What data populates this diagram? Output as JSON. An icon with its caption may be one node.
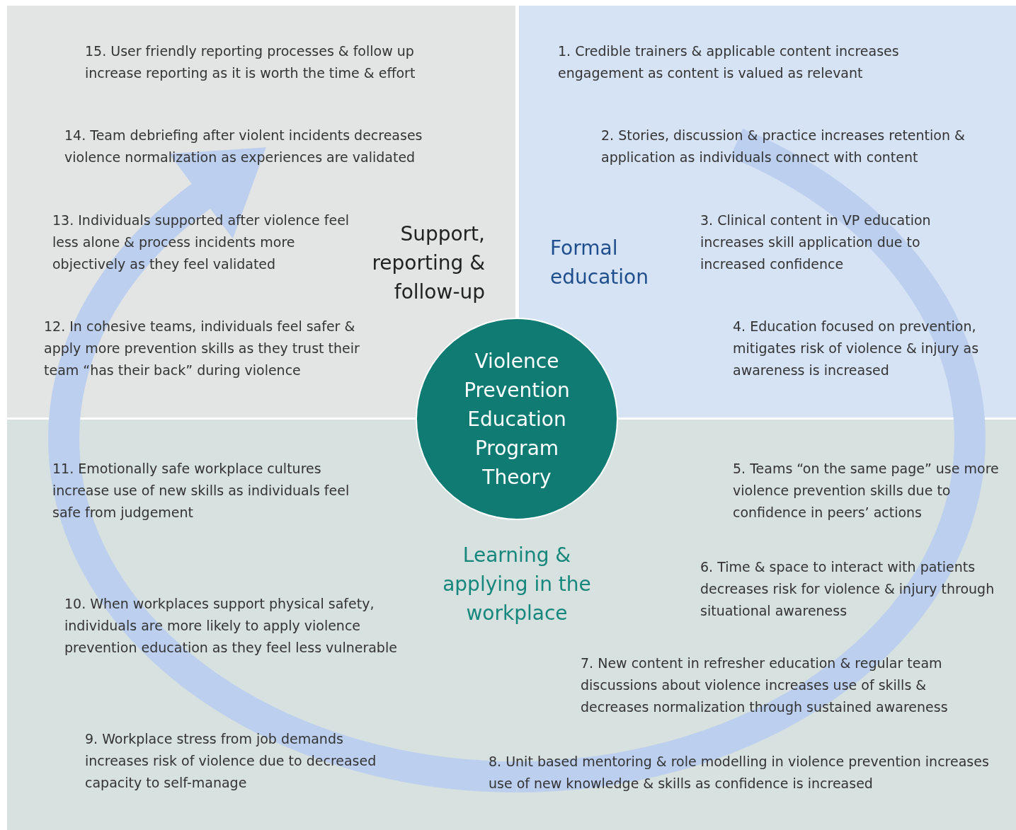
{
  "diagram": {
    "nodes": [
      {
        "text": [
          "15. User friendly reporting processes & follow up increase reporting as it is worth the time & effort",
          "14. Team debriefing after violent incidents decreases violence normalization as experiences are validated",
          "13. Individuals supported after violence feel less alone & process incidents more objectively as they feel validated",
          "Support, reporting & follow-up",
          "12. In cohesive teams, individuals feel safer & apply more prevention skills as they trust their team “has their back” during violence"
        ]
      },
      {
        "text": [
          "1. Credible trainers & applicable content increases engagement as content is valued as relevant",
          "2. Stories, discussion & practice increases retention & application as individuals connect with content",
          "Formal education",
          "3. Clinical content in VP education increases skill application due to increased confidence",
          "4. Education focused on prevention, mitigates risk of violence & injury as awareness is increased"
        ]
      },
      {
        "text": [
          "11. Emotionally safe workplace cultures increase use of new skills as individuals feel safe from judgement",
          "5. Teams “on the same page” use more violence prevention skills due to confidence in peers’ actions",
          "Learning & applying in the workplace",
          "6. Time & space to interact with patients decreases risk for violence & injury through situational awareness",
          "10. When workplaces support physical safety, individuals are more likely to apply violence prevention education as they feel less vulnerable",
          "7. New content in refresher education & regular team discussions about violence increases use of skills & decreases normalization through sustained awareness",
          "9. Workplace stress from job demands increases risk of violence due to decreased capacity to self-manage",
          "8. Unit based mentoring & role modelling in violence prevention increases use of new knowledge & skills as confidence is increased"
        ]
      },
      {
        "text": [
          "Violence Prevention Education Program Theory"
        ]
      }
    ],
    "edges": [
      {
        "from": 1,
        "to": 2,
        "arrow": "none"
      },
      {
        "from": 2,
        "to": 0,
        "arrow": "to"
      }
    ]
  }
}
